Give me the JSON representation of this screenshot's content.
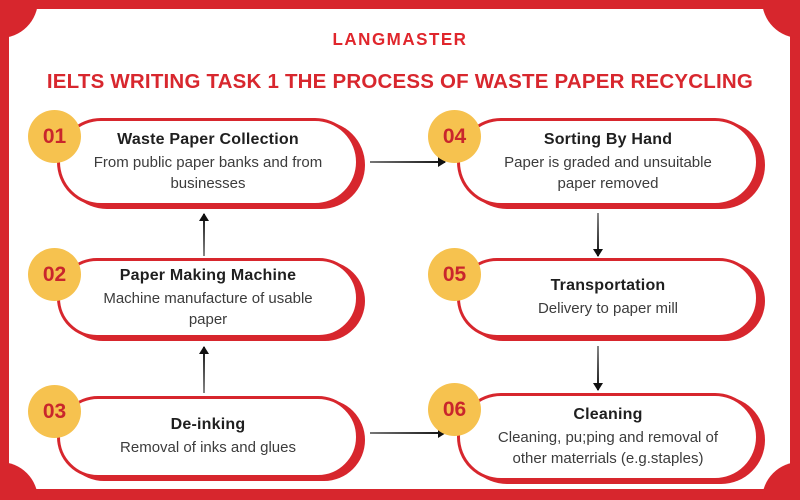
{
  "logo": "LANGMASTER",
  "title": "IELTS WRITING TASK 1 THE PROCESS OF WASTE PAPER RECYCLING",
  "colors": {
    "frame_red": "#d7262d",
    "title_red": "#d8272e",
    "badge_yellow": "#f6c24f",
    "badge_number_red": "#c9262c",
    "arrow_black": "#111111"
  },
  "steps": [
    {
      "number": "01",
      "title": "Waste Paper Collection",
      "description": "From public paper banks and from businesses"
    },
    {
      "number": "02",
      "title": "Paper Making Machine",
      "description": "Machine manufacture of usable paper"
    },
    {
      "number": "03",
      "title": "De-inking",
      "description": "Removal of inks and glues"
    },
    {
      "number": "04",
      "title": "Sorting By Hand",
      "description": "Paper is graded and unsuitable paper removed"
    },
    {
      "number": "05",
      "title": "Transportation",
      "description": "Delivery to paper mill"
    },
    {
      "number": "06",
      "title": "Cleaning",
      "description": "Cleaning, pu;ping and removal of other materrials (e.g.staples)"
    }
  ],
  "flow": [
    {
      "from": "03",
      "to": "02",
      "direction": "up"
    },
    {
      "from": "02",
      "to": "01",
      "direction": "up"
    },
    {
      "from": "01",
      "to": "04",
      "direction": "right"
    },
    {
      "from": "04",
      "to": "05",
      "direction": "down"
    },
    {
      "from": "05",
      "to": "06",
      "direction": "down"
    },
    {
      "from": "03",
      "to": "06",
      "direction": "right"
    }
  ]
}
